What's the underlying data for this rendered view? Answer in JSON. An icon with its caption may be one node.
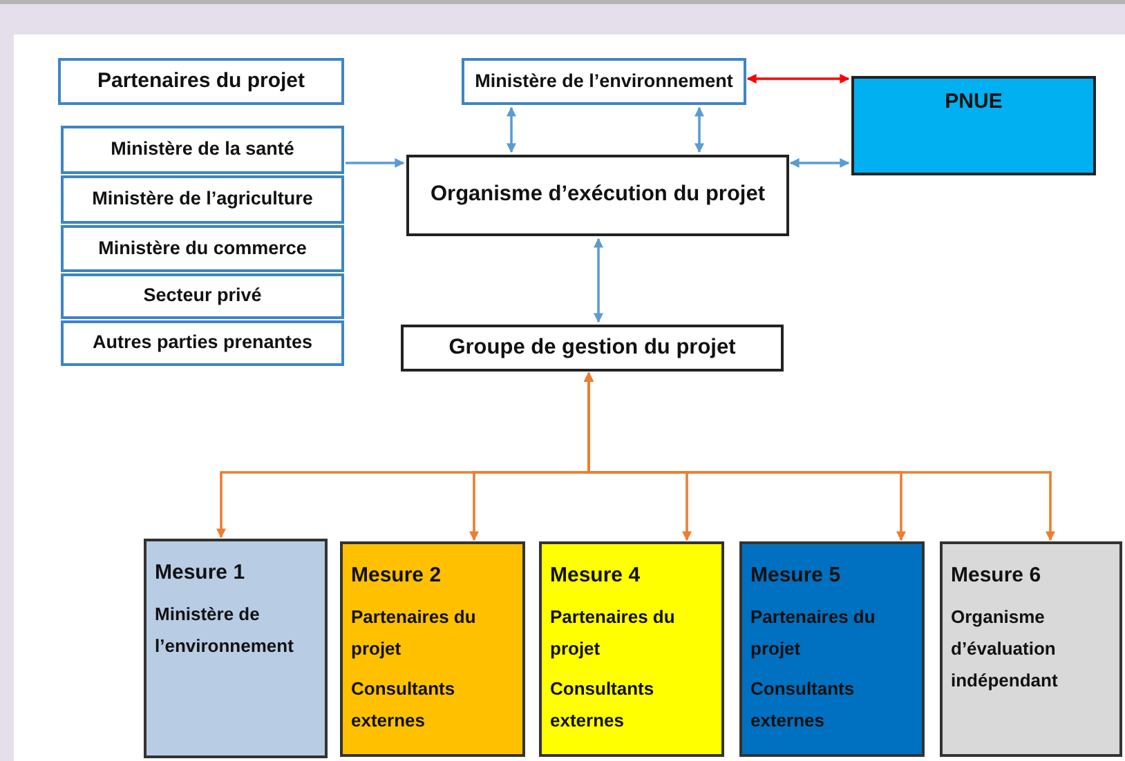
{
  "diagram": {
    "nodes": [
      {
        "text": [
          "Partenaires du projet"
        ]
      },
      {
        "text": [
          "Ministère de la santé"
        ]
      },
      {
        "text": [
          "Ministère de l’agriculture"
        ]
      },
      {
        "text": [
          "Ministère du commerce"
        ]
      },
      {
        "text": [
          "Secteur privé"
        ]
      },
      {
        "text": [
          "Autres parties prenantes"
        ]
      },
      {
        "text": [
          "Ministère de l’environnement"
        ]
      },
      {
        "text": [
          "PNUE"
        ]
      },
      {
        "text": [
          "Organisme d’exécution du projet"
        ]
      },
      {
        "text": [
          "Groupe de gestion du projet"
        ]
      },
      {
        "text": [
          "Mesure 1",
          "Ministère de l’environnement"
        ]
      },
      {
        "text": [
          "Mesure 2",
          "Partenaires du projet",
          "Consultants externes"
        ]
      },
      {
        "text": [
          "Mesure 4",
          "Partenaires du projet",
          "Consultants externes"
        ]
      },
      {
        "text": [
          "Mesure 5",
          "Partenaires du projet",
          "Consultants externes"
        ]
      },
      {
        "text": [
          "Mesure 6",
          "Organisme d’évaluation indépendant"
        ]
      }
    ],
    "edges": [
      {
        "from": 1,
        "to": 8,
        "arrow": "to"
      },
      {
        "from": 6,
        "to": 8,
        "arrow": "both"
      },
      {
        "from": 6,
        "to": 8,
        "arrow": "both"
      },
      {
        "from": 6,
        "to": 7,
        "arrow": "both",
        "color": "#ff0000"
      },
      {
        "from": 8,
        "to": 7,
        "arrow": "both"
      },
      {
        "from": 8,
        "to": 9,
        "arrow": "both"
      },
      {
        "from": 9,
        "to": 10,
        "arrow": "both",
        "color": "#ed7d31"
      },
      {
        "from": 9,
        "to": 11,
        "arrow": "both",
        "color": "#ed7d31"
      },
      {
        "from": 9,
        "to": 12,
        "arrow": "both",
        "color": "#ed7d31"
      },
      {
        "from": 9,
        "to": 13,
        "arrow": "both",
        "color": "#ed7d31"
      },
      {
        "from": 9,
        "to": 14,
        "arrow": "both",
        "color": "#ed7d31"
      }
    ]
  }
}
